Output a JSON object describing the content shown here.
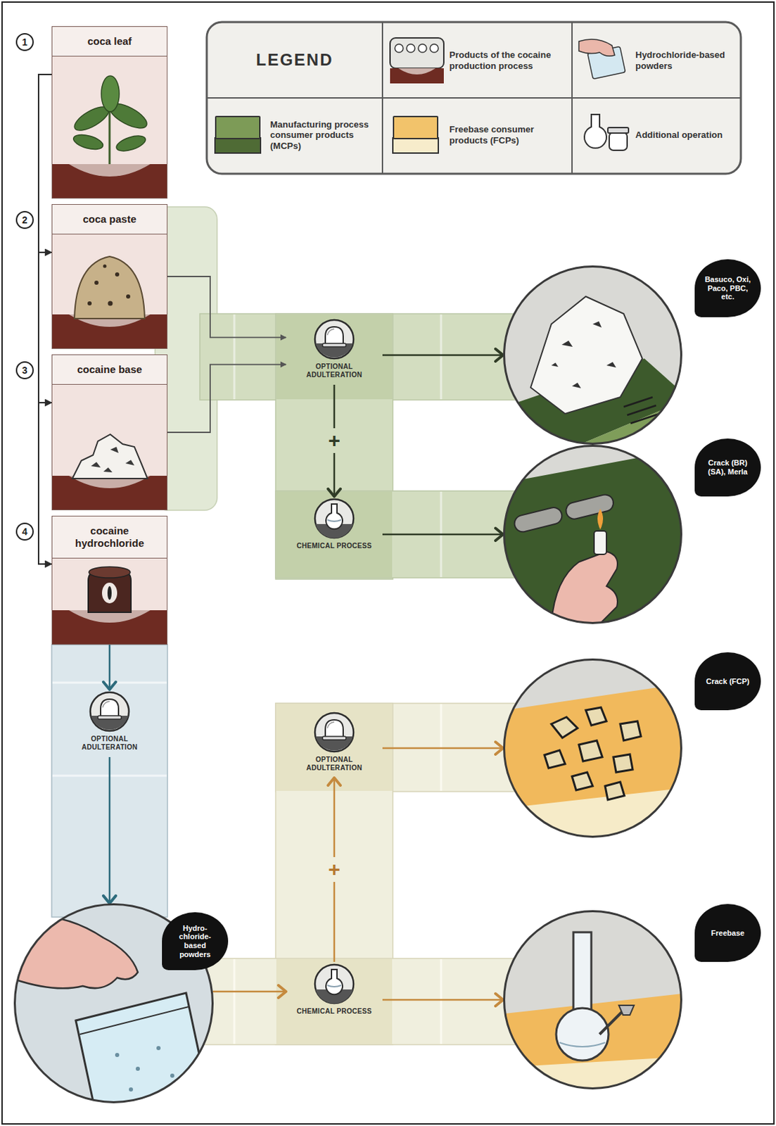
{
  "diagram": {
    "nodes": [
      {
        "text": [
          "coca leaf"
        ]
      },
      {
        "text": [
          "coca paste"
        ]
      },
      {
        "text": [
          "cocaine base"
        ]
      },
      {
        "text": [
          "cocaine hydrochloride"
        ]
      },
      {
        "text": [
          "OPTIONAL ADULTERATION"
        ]
      },
      {
        "text": [
          "CHEMICAL PROCESS"
        ]
      },
      {
        "text": [
          "Basuco, Oxi, Paco, PBC, etc."
        ]
      },
      {
        "text": [
          "Crack (BR) (SA), Merla"
        ]
      },
      {
        "text": [
          "OPTIONAL ADULTERATION"
        ]
      },
      {
        "text": [
          "Hydro-chloride-based powders"
        ]
      },
      {
        "text": [
          "CHEMICAL PROCESS"
        ]
      },
      {
        "text": [
          "OPTIONAL ADULTERATION"
        ]
      },
      {
        "text": [
          "Crack (FCP)"
        ]
      },
      {
        "text": [
          "Freebase"
        ]
      }
    ],
    "edges": [
      {
        "from": 0,
        "to": 1,
        "arrow": "to"
      },
      {
        "from": 1,
        "to": 2,
        "arrow": "to"
      },
      {
        "from": 2,
        "to": 3,
        "arrow": "to"
      },
      {
        "from": 1,
        "to": 4,
        "arrow": "to"
      },
      {
        "from": 2,
        "to": 4,
        "arrow": "to"
      },
      {
        "from": 4,
        "to": 6,
        "arrow": "to"
      },
      {
        "from": 4,
        "to": 5,
        "arrow": "to"
      },
      {
        "from": 5,
        "to": 7,
        "arrow": "to"
      },
      {
        "from": 3,
        "to": 8,
        "arrow": "to"
      },
      {
        "from": 8,
        "to": 9,
        "arrow": "to"
      },
      {
        "from": 9,
        "to": 10,
        "arrow": "to"
      },
      {
        "from": 10,
        "to": 11,
        "arrow": "to"
      },
      {
        "from": 11,
        "to": 12,
        "arrow": "to"
      },
      {
        "from": 10,
        "to": 13,
        "arrow": "to"
      }
    ],
    "labels": [
      "1",
      "2",
      "3",
      "4",
      "LEGEND",
      "+",
      "+"
    ],
    "legend": [
      {
        "text": "Products of the cocaine production process"
      },
      {
        "text": "Hydrochloride-based powders"
      },
      {
        "text": "Manufacturing process consumer products (MCPs)",
        "color": "#7d9b57"
      },
      {
        "text": "Freebase consumer products (FCPs)",
        "color": "#f2c36b"
      },
      {
        "text": "Additional operation"
      }
    ]
  }
}
